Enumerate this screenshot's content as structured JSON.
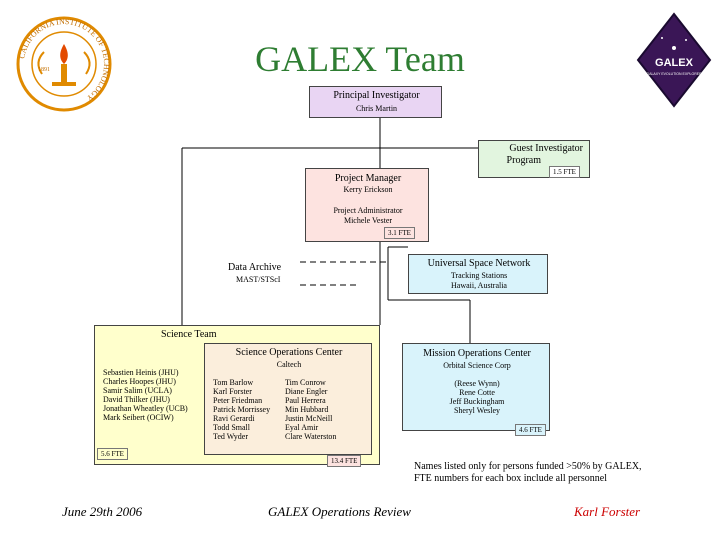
{
  "title": "GALEX Team",
  "logos": {
    "caltech": {
      "ring_text": "CALIFORNIA INSTITUTE OF TECHNOLOGY",
      "year": "1891"
    },
    "galex": {
      "text": "GALEX",
      "sub": "GALAXY EVOLUTION EXPLORER"
    }
  },
  "boxes": {
    "pi": {
      "title": "Principal Investigator",
      "name": "Chris Martin"
    },
    "guest": {
      "title_line1": "Guest Investigator",
      "title_line2": "Program",
      "fte": "1.5 FTE"
    },
    "pm": {
      "title": "Project Manager",
      "name": "Kerry Erickson",
      "admin_title": "Project Administrator",
      "admin_name": "Michele Vester",
      "fte": "3.1 FTE"
    },
    "usn": {
      "title": "Universal Space Network",
      "line1": "Tracking Stations",
      "line2": "Hawaii, Australia"
    },
    "data_archive": {
      "title": "Data Archive",
      "line1": "MAST/STScI"
    },
    "science_team": {
      "title": "Science Team",
      "members": [
        "Sebastien Heinis (JHU)",
        "Charles Hoopes (JHU)",
        "Samir Salim (UCLA)",
        "David Thilker (JHU)",
        "Jonathan Wheatley (UCB)",
        "Mark Seibert (OCIW)"
      ],
      "fte": "5.6 FTE"
    },
    "soc": {
      "title": "Science Operations Center",
      "sub": "Caltech",
      "col1": [
        "Tom Barlow",
        "Karl Forster",
        "Peter Friedman",
        "Patrick Morrissey",
        "Ravi Gerardi",
        "Todd Small",
        "Ted Wyder"
      ],
      "col2": [
        "Tim Conrow",
        "Diane Engler",
        "Paul Herrera",
        "Min Hubbard",
        "Justin McNeill",
        "Eyal Amir",
        "Clare Waterston"
      ],
      "fte": "13.4 FTE"
    },
    "moc": {
      "title": "Mission Operations Center",
      "sub": "Orbital Science Corp",
      "names": [
        "(Reese Wynn)",
        "Rene Cotte",
        "Jeff Buckingham",
        "Sheryl Wesley"
      ],
      "fte": "4.6 FTE"
    }
  },
  "note": {
    "line1": "Names listed only for persons funded >50% by GALEX,",
    "line2": "FTE numbers for each box include all personnel"
  },
  "footer": {
    "date": "June 29th 2006",
    "center": "GALEX Operations Review",
    "author": "Karl Forster"
  },
  "colors": {
    "title": "#2e7d32",
    "pi": "#e9d5f3",
    "guest": "#e2f5df",
    "pm": "#fde3e0",
    "usn": "#d9f3fb",
    "science_team": "#ffffcc",
    "soc": "#fbeedc",
    "moc": "#d9f3fb",
    "author": "#cc0000"
  }
}
